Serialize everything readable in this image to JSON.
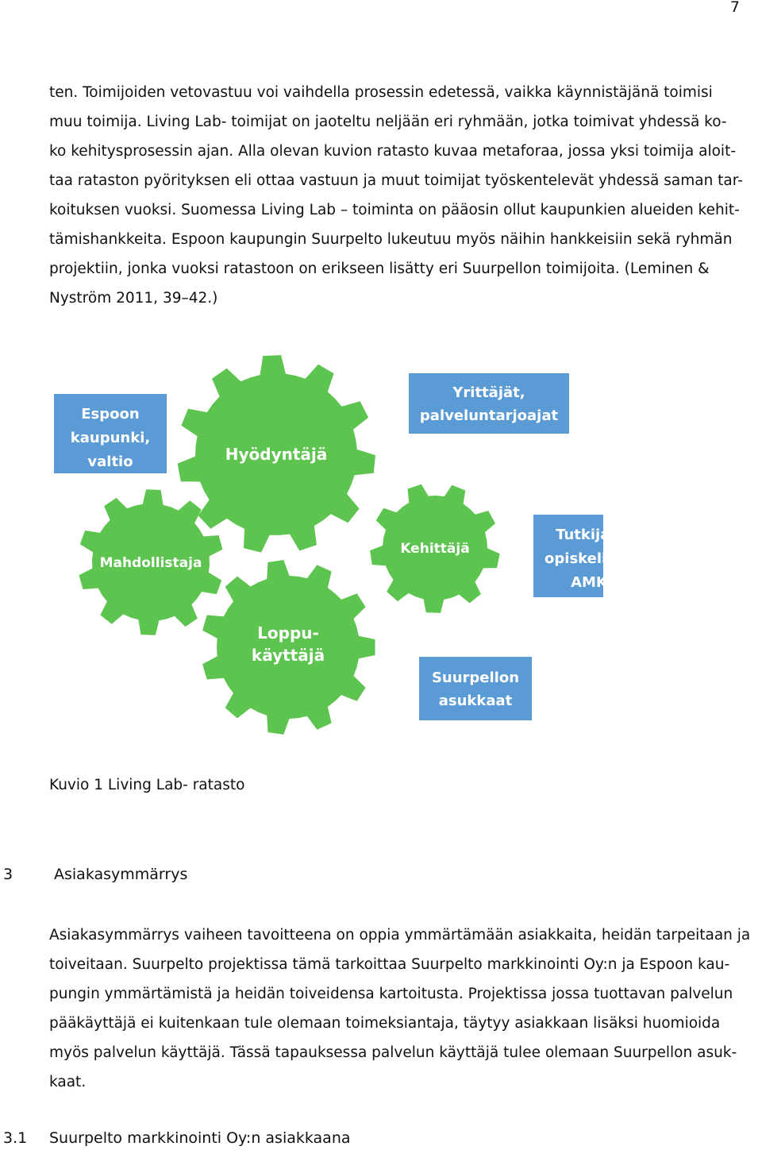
{
  "page_number": "7",
  "paragraph_1": {
    "lines": [
      "ten. Toimijoiden vetovastuu voi vaihdella prosessin edetessä, vaikka käynnistäjänä toimisi",
      "muu toimija. Living Lab- toimijat on jaoteltu neljään eri ryhmään, jotka toimivat yhdessä ko-",
      "ko kehitysprosessin ajan. Alla olevan kuvion ratasto kuvaa metaforaa, jossa yksi toimija aloit-",
      "taa rataston pyörityksen eli ottaa vastuun ja muut toimijat työskentelevät yhdessä saman tar-",
      "koituksen vuoksi. Suomessa Living Lab – toiminta on pääosin ollut kaupunkien alueiden kehit-",
      "tämishankkeita. Espoon kaupungin Suurpelto lukeutuu myös näihin hankkeisiin sekä ryhmän",
      "projektiin, jonka vuoksi ratastoon on erikseen lisätty eri Suurpellon toimijoita. (Leminen &",
      "Nyström 2011, 39–42.)"
    ]
  },
  "figure": {
    "colors": {
      "gear": "#5ec450",
      "box": "#5b9bd5"
    },
    "gears": {
      "hyodyntaja": [
        "Hyödyntäjä"
      ],
      "mahdollistaja": [
        "Mahdollistaja"
      ],
      "kehittaja": [
        "Kehittäjä"
      ],
      "loppukayttaja": [
        "Loppu-",
        "käyttäjä"
      ]
    },
    "boxes": {
      "espoo": [
        "Espoon",
        "kaupunki,",
        "valtio"
      ],
      "yrittajat": [
        "Yrittäjät,",
        "palveluntarjoajat"
      ],
      "tutkijat": [
        "Tutkijat,",
        "opiskelijat,",
        "AMK"
      ],
      "suurpelto": [
        "Suurpellon",
        "asukkaat"
      ]
    }
  },
  "caption": "Kuvio 1 Living Lab- ratasto",
  "section_3": {
    "number": "3",
    "title": "Asiakasymmärrys"
  },
  "paragraph_2": {
    "lines": [
      "Asiakasymmärrys vaiheen tavoitteena on oppia ymmärtämään asiakkaita, heidän tarpeitaan ja",
      "toiveitaan. Suurpelto projektissa tämä tarkoittaa Suurpelto markkinointi Oy:n ja Espoon kau-",
      "pungin ymmärtämistä ja heidän toiveidensa kartoitusta. Projektissa jossa tuottavan palvelun",
      "pääkäyttäjä ei kuitenkaan tule olemaan toimeksiantaja, täytyy asiakkaan lisäksi huomioida",
      "myös palvelun käyttäjä. Tässä tapauksessa palvelun käyttäjä tulee olemaan Suurpellon asuk-",
      "kaat."
    ]
  },
  "section_3_1": {
    "number": "3.1",
    "title": "Suurpelto markkinointi Oy:n asiakkaana"
  }
}
